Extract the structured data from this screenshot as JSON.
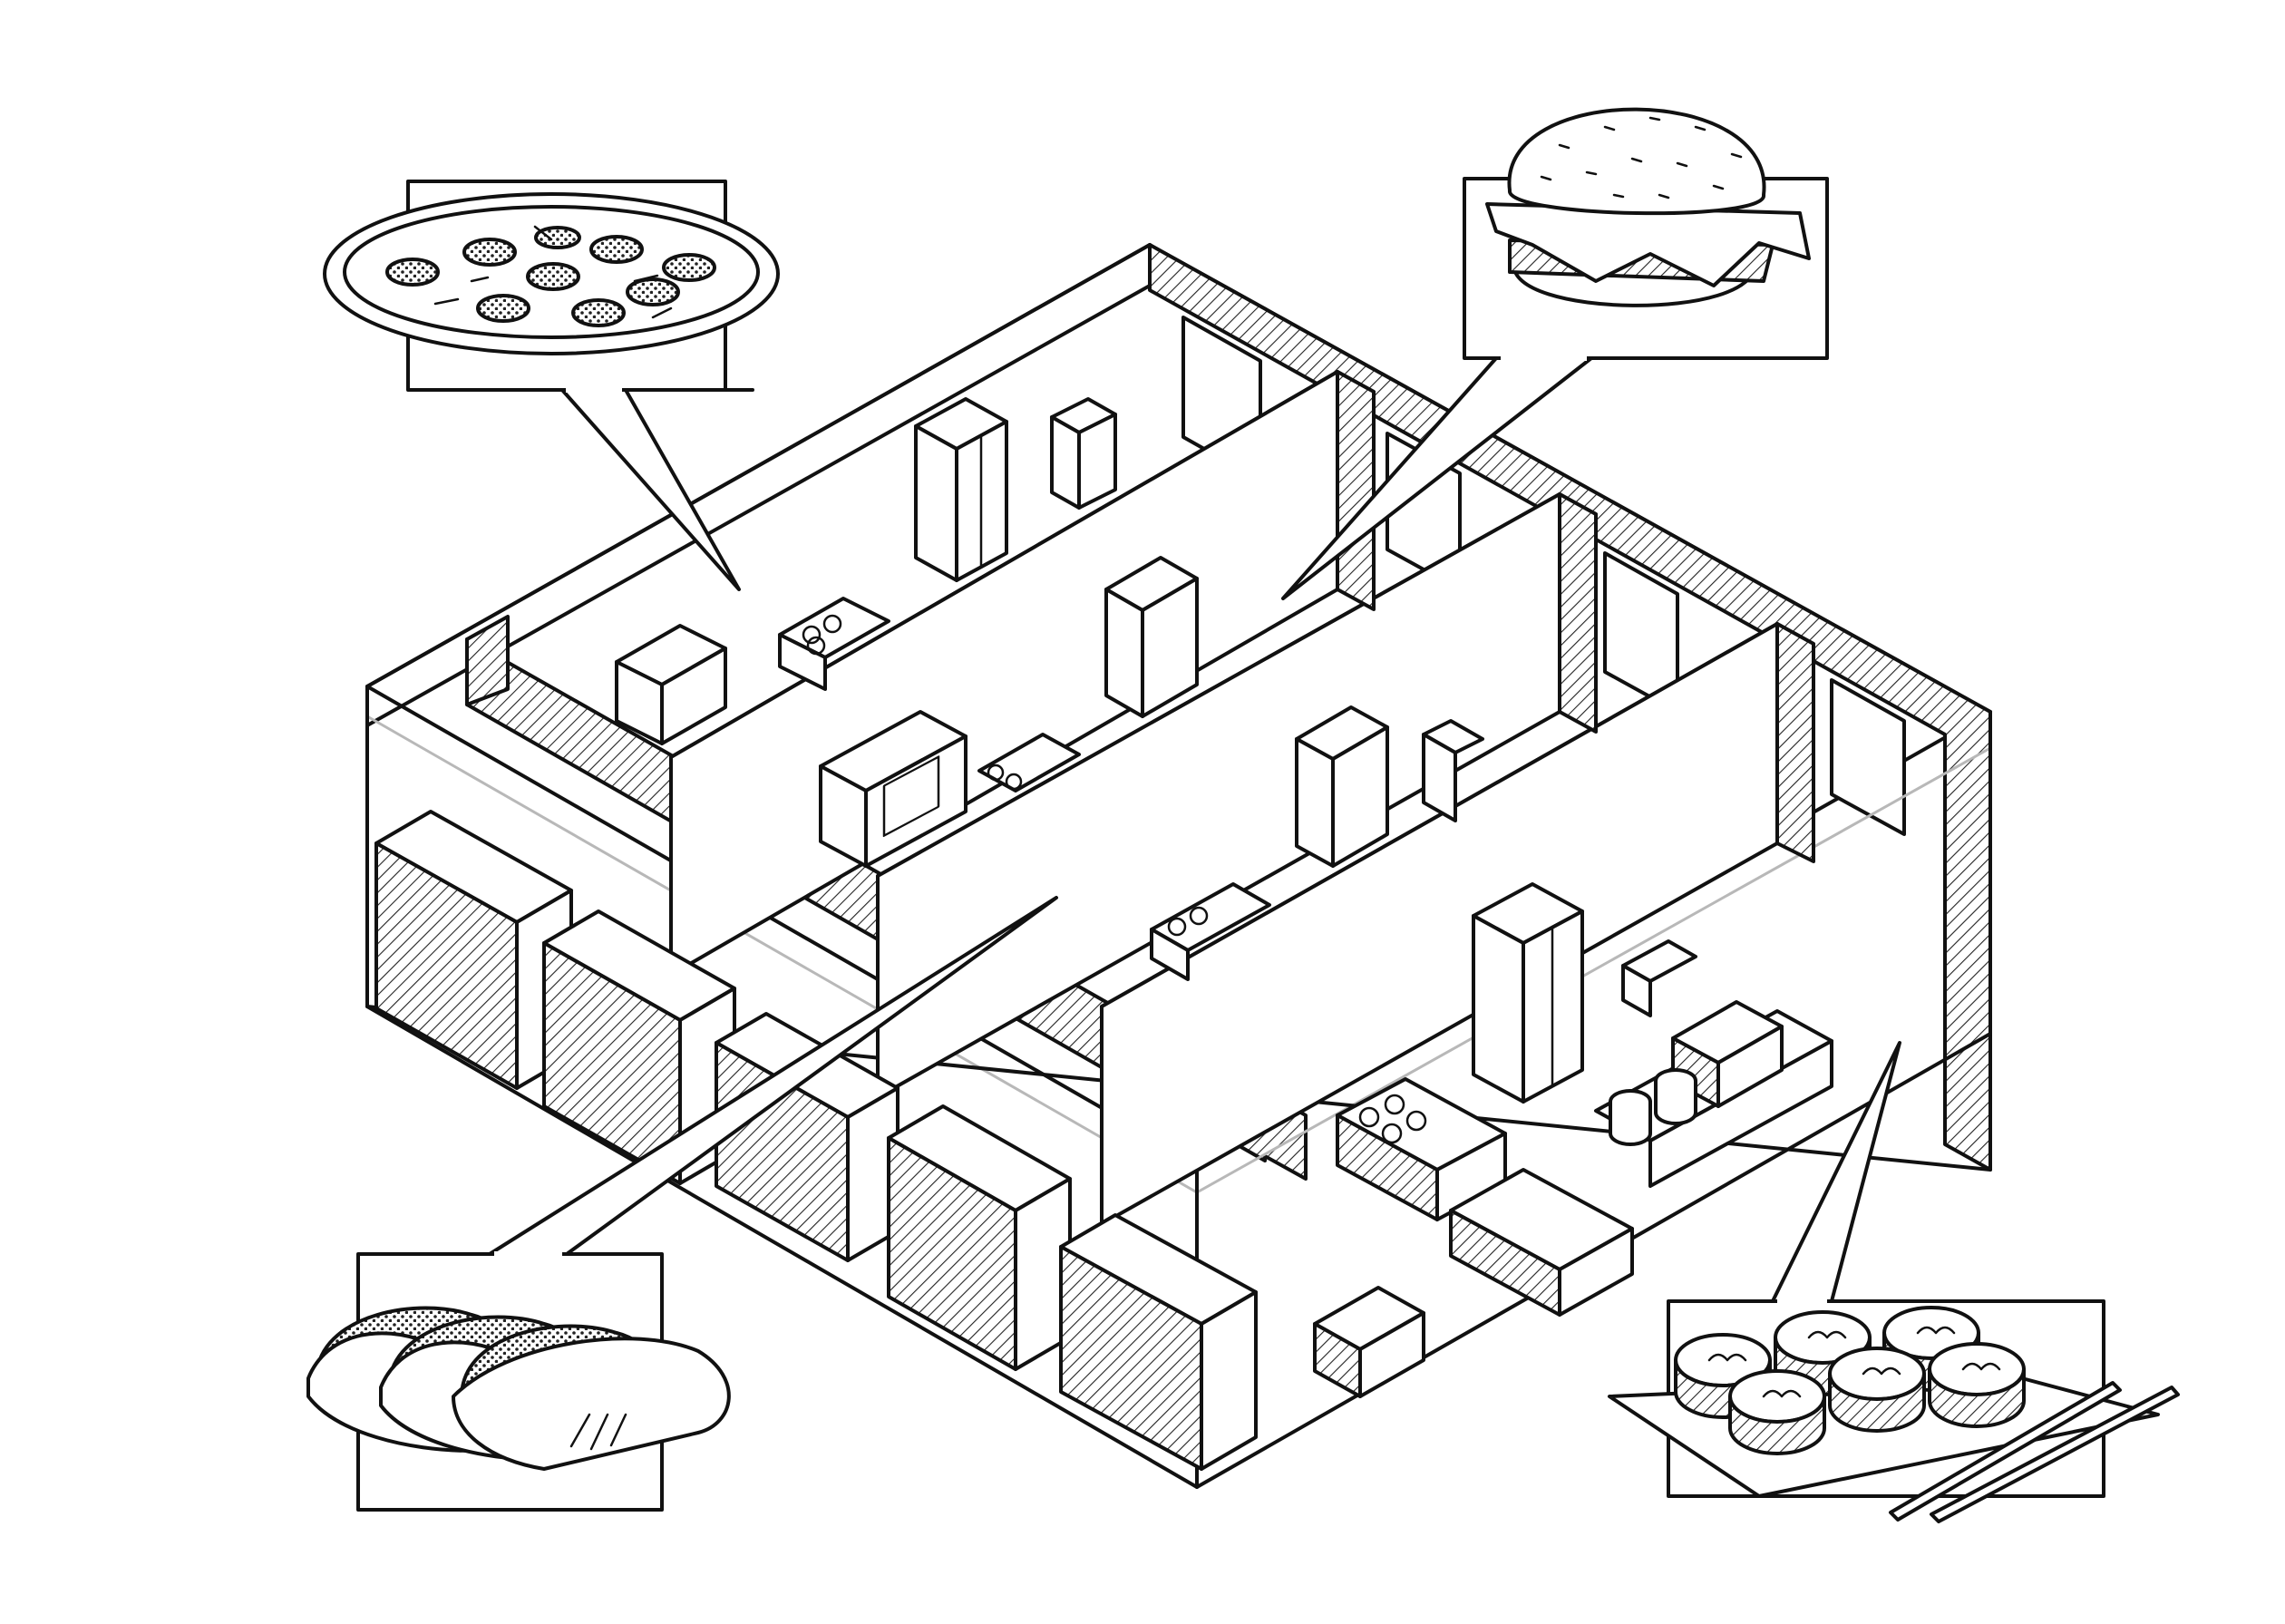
{
  "illustration": {
    "kind": "isometric food court floor plan",
    "rooms": 4,
    "callouts": [
      {
        "id": "pizza",
        "icon": "pizza-icon"
      },
      {
        "id": "burger",
        "icon": "burger-icon"
      },
      {
        "id": "tacos",
        "icon": "tacos-icon"
      },
      {
        "id": "sushi",
        "icon": "sushi-icon"
      }
    ],
    "colors": {
      "ink": "#111111",
      "paper": "#ffffff",
      "glass": "#b8b8b8"
    }
  }
}
